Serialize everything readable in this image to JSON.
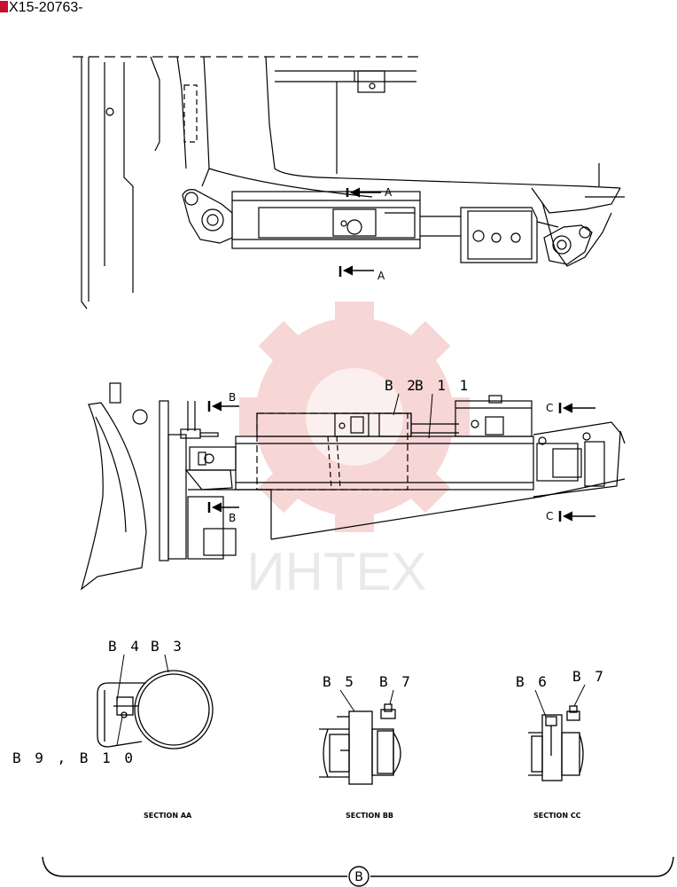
{
  "document": {
    "part_number": "X15-20763-",
    "brand_color": "#c8102e"
  },
  "watermark": {
    "text": "ИНТЕХ",
    "color": "#e8b8b8"
  },
  "view_top": {
    "section_arrow_upper": "A",
    "section_arrow_lower": "A"
  },
  "view_middle": {
    "callout_b2": "B 2",
    "callout_b11": "B 1 1",
    "section_arrow_b_upper": "B",
    "section_arrow_b_lower": "B",
    "section_arrow_c_upper": "C",
    "section_arrow_c_lower": "C"
  },
  "section_aa": {
    "title": "SECTION AA",
    "callout_b3": "B 3",
    "callout_b4": "B 4",
    "callout_b9_b10": "B 9 ,   B 1 0"
  },
  "section_bb": {
    "title": "SECTION BB",
    "callout_b5": "B 5",
    "callout_b7": "B 7"
  },
  "section_cc": {
    "title": "SECTION CC",
    "callout_b6": "B 6",
    "callout_b7": "B 7"
  },
  "group_marker": "B"
}
